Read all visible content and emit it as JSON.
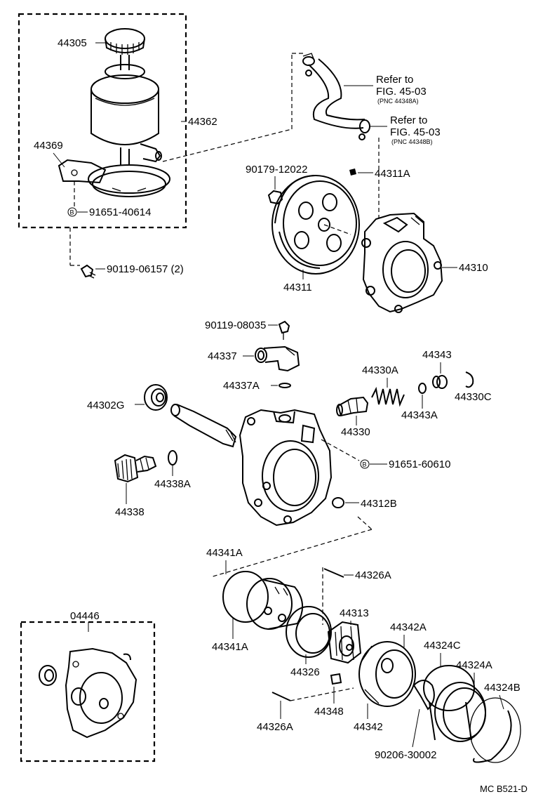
{
  "parts": {
    "p44305": "44305",
    "p44362": "44362",
    "p44369": "44369",
    "p91651_40614": "91651-40614",
    "p90119_06157": "90119-06157 (2)",
    "ref1_title": "Refer to",
    "ref1_fig": "FIG. 45-03",
    "ref1_pnc": "(PNC 44348A)",
    "ref2_title": "Refer to",
    "ref2_fig": "FIG. 45-03",
    "ref2_pnc": "(PNC 44348B)",
    "p90179_12022": "90179-12022",
    "p44311A": "44311A",
    "p44311": "44311",
    "p44310": "44310",
    "p90119_08035": "90119-08035",
    "p44337": "44337",
    "p44337A": "44337A",
    "p44343": "44343",
    "p44330A": "44330A",
    "p44330C": "44330C",
    "p44302G": "44302G",
    "p44343A": "44343A",
    "p44330": "44330",
    "p91651_60610": "91651-60610",
    "p44338A": "44338A",
    "p44338": "44338",
    "p44312B": "44312B",
    "p44341A_top": "44341A",
    "p44326A_top": "44326A",
    "p44313": "44313",
    "p04446": "04446",
    "p44342A": "44342A",
    "p44324C": "44324C",
    "p44341A_bot": "44341A",
    "p44326": "44326",
    "p44324A": "44324A",
    "p44324B": "44324B",
    "p44348": "44348",
    "p44342": "44342",
    "p44326A_bot": "44326A",
    "p90206_30002": "90206-30002"
  },
  "badge_letter": "B",
  "footer_code": "MC B521-D"
}
